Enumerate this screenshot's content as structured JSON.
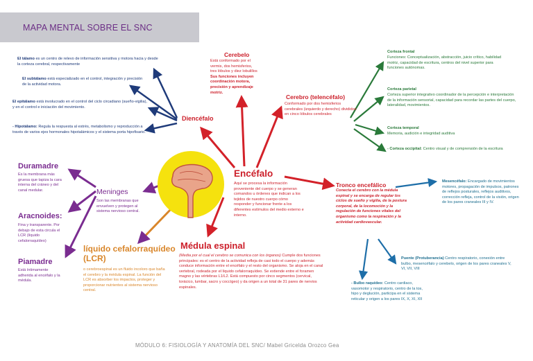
{
  "title": "MAPA MENTAL SOBRE EL SNC",
  "footer": "MÓDULO 6: FISIOLOGÍA Y ANATOMÍA DEL SNC/ Mabel Gricelda Orozco Gea",
  "colors": {
    "red": "#d32129",
    "navy": "#1f3b7a",
    "purple": "#7a2c90",
    "orange": "#d9862a",
    "green": "#2a7a3a",
    "title_bg": "#c9c9cf"
  },
  "diencefalo": {
    "label": "Diencéfalo",
    "talamo_term": "El tálamo",
    "talamo_text": "es un centro de relevo de información sensitiva y motora hacia y desde la corteza cerebral, respectivamente",
    "subtalamo_term": "El subtálamo",
    "subtalamo_text": "está especializado en el control, integración y precisión de la actividad motora.",
    "epitalamo_term": "El epitálamo",
    "epitalamo_text": "está involucrado en el control del ciclo circadiano (sueño-vigilia), y en el control e iniciación del movimiento.",
    "hipotalamo_term": "- Hipotálamo:",
    "hipotalamo_text": "Regula la respuesta al estrés, metabolismo y reproducción a través de varios ejes hormonales hipotalámicos y el sistema porta hipofisario."
  },
  "cerebelo": {
    "label": "Cerebelo",
    "text": "Está conformado por el vermis, dos hemisferios, tres lóbulos y diez lobulillos",
    "func": "Sus funciones incluyen coordinación motora, precisión y aprendizaje motriz."
  },
  "cerebro": {
    "label": "Cerebro (telencéfalo)",
    "text": "Conformado por dos hemisferios cerebrales (izquierdo y derecho) divididos en cinco lóbulos cerebrales"
  },
  "lobulos": {
    "frontal_label": "Corteza frontal",
    "frontal_text": "Funciones: Conceptualización, abstracción, juicio crítico, habilidad motriz, capacidad de escritura, centros del nivel superior para funciones autónomas.",
    "parietal_label": "Corteza parietal",
    "parietal_text": "Corteza superior integrativo coordinador de la percepción e interpretación de la información sensorial, capacidad para recordar las partes del cuerpo, lateralidad, movimientos.",
    "temporal_label": "Corteza temporal",
    "temporal_text": "Memoria, audición e integridad auditiva",
    "occipital_label": "- Corteza occipital:",
    "occipital_text": "Centro visual y de comprensión de la escritura"
  },
  "encefalo": {
    "label": "Encéfalo",
    "text": "Aquí se procesa la información proveniente del cuerpo y se generan comandos u órdenes que indican a los tejidos de nuestro cuerpo cómo responder y funcionar frente a los diferentes estímulos del medio externo e interno."
  },
  "tronco": {
    "label": "Tronco encefálico",
    "text": "Conecta el cerebro con la médula espinal y se encarga de regular los ciclos de sueño y vigilia, de la postura corporal, de la locomoción y la regulación de funciones vitales del organismo como la respiración y la actividad cardiovascular."
  },
  "mesencefalo": {
    "label": "Mesencéfalo:",
    "text": "Encargado de movimientos motores, propagación de impulsos, patrones de reflejos posturales, reflejos auditivos, corrección refleja, control de la visión, origen de los pares craneales III y IV."
  },
  "puente": {
    "label": "Puente",
    "paren": "(Protuberancia)",
    "text": "Centro respiratorio, conexión entre bulbo, mesencéfalo y cerebelo, origen de los pares craneales V, VI, VII, VIII"
  },
  "bulbo": {
    "label": "- Bulbo raquídeo:",
    "text": "Centro cardiaco, vasomotor y respiratorio, centro de la tos, hipo y deglución, participa en el sistema reticular y origen a los pares IX, X, XI, XII"
  },
  "meninges": {
    "label": "Meninges",
    "text": "Son las membranas que envuelven y protegen al sistema nervioso central."
  },
  "duramadre": {
    "label": "Duramadre",
    "text": "Es la membrana más gruesa que tapiza la cara interna del cráneo y del canal medular."
  },
  "aracnoides": {
    "label": "Aracnoides:",
    "text": "Fina y transparente. Por debajo de esta circula el LCR (líquido cefalorraquídeo)"
  },
  "piamadre": {
    "label": "Piamadre",
    "text": "Está íntimamente adherida al encéfalo y la médula."
  },
  "lcr": {
    "label": "líquido cefalorraquídeo (LCR)",
    "text": "o cerebroespinal es un fluido incoloro que baña el cerebro y la médula espinal. La función del LCR es absorber los impactos, proteger y proporcionar nutrientes al sistema nervioso central."
  },
  "medula": {
    "label": "Médula espinal",
    "intro": "(Media por el cual el cerebro se comunica con los órganos)",
    "text": "Cumple dos funciones principales: es el centro de la actividad refleja de casi todo el cuerpo y además conduce información entre el encéfalo y el resto del organismo. Se aloja en el canal vertebral, rodeada por el líquido cefalorraquídeo. Se extiende entre el foramen magno y las vértebras L1/L2. Está compuesto por cinco segmentos (cervical, torácico, lumbar, sacro y coccígeo) y da origen a un total de 31 pares de nervios espinales."
  }
}
